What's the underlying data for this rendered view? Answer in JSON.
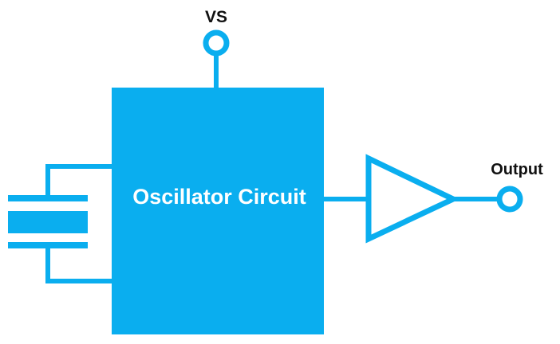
{
  "labels": {
    "vs": "VS",
    "oscillator": "Oscillator Circuit",
    "output": "Output"
  },
  "colors": {
    "accent": "#0aaeef",
    "text": "#111111",
    "box_text": "#ffffff",
    "background": "#ffffff"
  },
  "components": {
    "crystal": "quartz-crystal-symbol",
    "buffer": "triangle-buffer-amplifier",
    "terminals": [
      "vs-terminal",
      "output-terminal"
    ]
  }
}
